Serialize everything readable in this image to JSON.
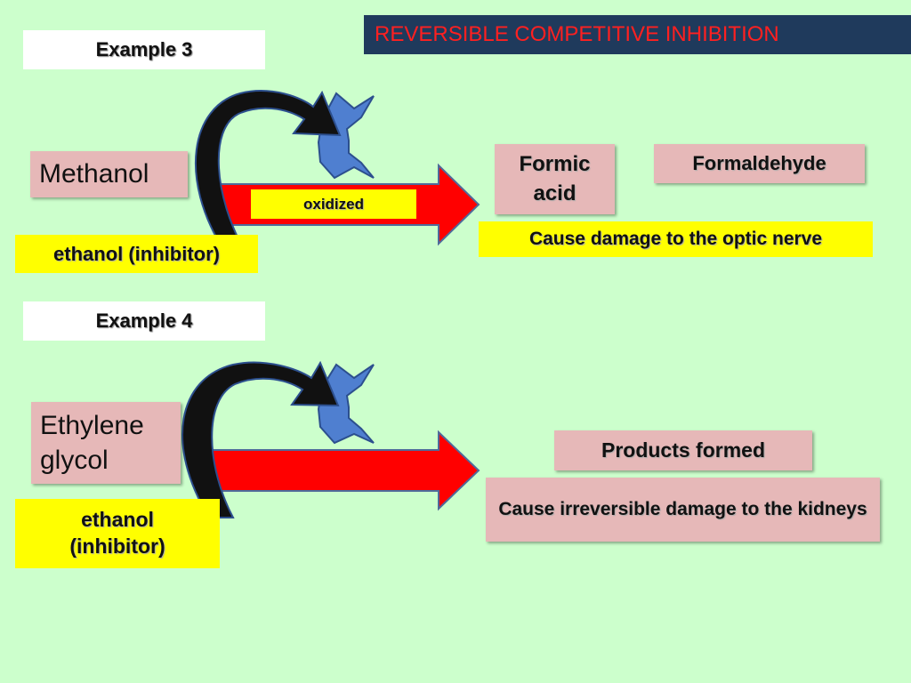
{
  "title": "REVERSIBLE COMPETITIVE INHIBITION",
  "example3": {
    "label": "Example 3",
    "substrate": "Methanol",
    "process": "oxidized",
    "inhibitor": "ethanol (inhibitor)",
    "product1": "Formic acid",
    "product2": "Formaldehyde",
    "effect": "Cause damage to the optic nerve"
  },
  "example4": {
    "label": "Example 4",
    "substrate": "Ethylene glycol",
    "inhibitor": "ethanol (inhibitor)",
    "products": "Products formed",
    "effect": "Cause irreversible damage to the kidneys"
  },
  "colors": {
    "background": "#ccffcc",
    "title_bar": "#1f3a5c",
    "title_text": "#ff2020",
    "arrow_red": "#ff0000",
    "enzyme_blue": "#4f7fd0",
    "pink_box": "#e6b8b8",
    "yellow_box": "#ffff00"
  }
}
